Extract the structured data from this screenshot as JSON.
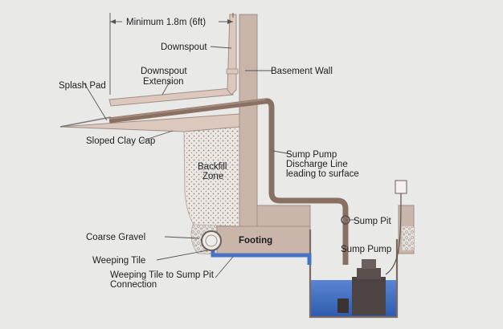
{
  "labels": {
    "minimum_distance": "Minimum 1.8m (6ft)",
    "downspout": "Downspout",
    "downspout_extension_line1": "Downspout",
    "downspout_extension_line2": "Extension",
    "splash_pad": "Splash Pad",
    "basement_wall": "Basement Wall",
    "sloped_clay_cap": "Sloped Clay Cap",
    "backfill_zone_line1": "Backfill",
    "backfill_zone_line2": "Zone",
    "discharge_line1": "Sump Pump",
    "discharge_line2": "Discharge Line",
    "discharge_line3": "leading to surface",
    "sump_pit": "Sump Pit",
    "sump_pump": "Sump Pump",
    "footing": "Footing",
    "coarse_gravel": "Coarse Gravel",
    "weeping_tile": "Weeping Tile",
    "connection_line1": "Weeping Tile to Sump Pit",
    "connection_line2": "Connection"
  },
  "colors": {
    "background": "#e9e9e8",
    "wall": "#c9b5aa",
    "wall_stroke": "#a08e85",
    "clay_cap": "#dcc8bd",
    "backfill": "#ece7e3",
    "pipe": "#8a6f63",
    "weeping_pipe": "#4a72c4",
    "water": "#3f6fc2",
    "pump": "#4c4442",
    "leader_line": "#555555"
  }
}
